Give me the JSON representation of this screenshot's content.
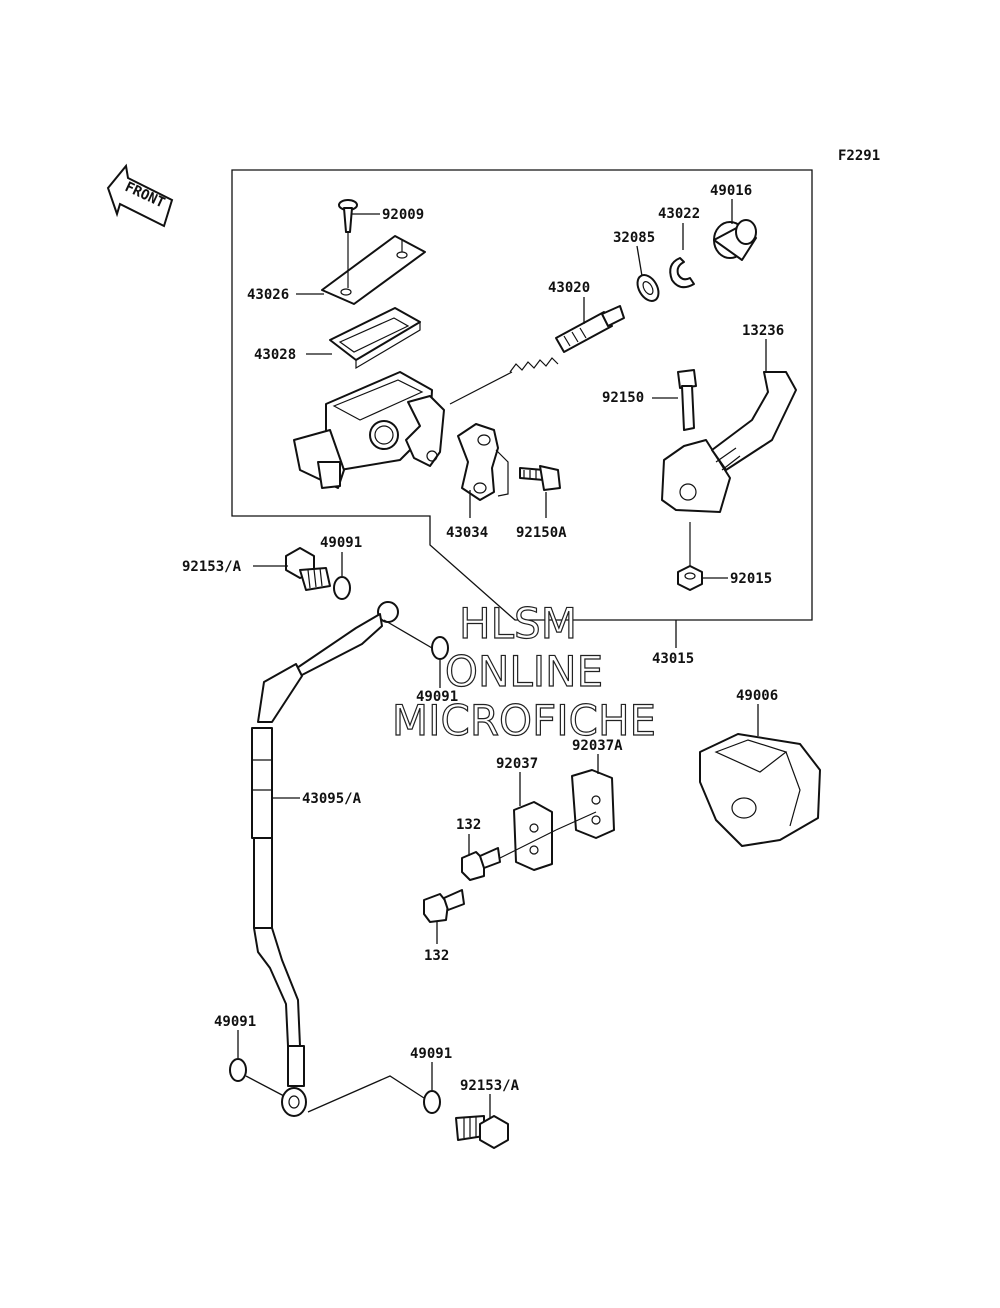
{
  "figure_code": "F2291",
  "front_label": "FRONT",
  "watermark": {
    "line1": "HLSM",
    "line2": "ONLINE",
    "line3": "MICROFICHE"
  },
  "parts": [
    {
      "id": "p92009",
      "label": "92009"
    },
    {
      "id": "p43026",
      "label": "43026"
    },
    {
      "id": "p43028",
      "label": "43028"
    },
    {
      "id": "p43020",
      "label": "43020"
    },
    {
      "id": "p32085",
      "label": "32085"
    },
    {
      "id": "p43022",
      "label": "43022"
    },
    {
      "id": "p49016",
      "label": "49016"
    },
    {
      "id": "p13236",
      "label": "13236"
    },
    {
      "id": "p92150",
      "label": "92150"
    },
    {
      "id": "p43034",
      "label": "43034"
    },
    {
      "id": "p92150A",
      "label": "92150A"
    },
    {
      "id": "p92015",
      "label": "92015"
    },
    {
      "id": "p43015",
      "label": "43015"
    },
    {
      "id": "p49091a",
      "label": "49091"
    },
    {
      "id": "p92153a",
      "label": "92153/A"
    },
    {
      "id": "p49091b",
      "label": "49091"
    },
    {
      "id": "p43095",
      "label": "43095/A"
    },
    {
      "id": "p49006",
      "label": "49006"
    },
    {
      "id": "p92037A",
      "label": "92037A"
    },
    {
      "id": "p92037",
      "label": "92037"
    },
    {
      "id": "p132a",
      "label": "132"
    },
    {
      "id": "p132b",
      "label": "132"
    },
    {
      "id": "p49091c",
      "label": "49091"
    },
    {
      "id": "p49091d",
      "label": "49091"
    },
    {
      "id": "p92153b",
      "label": "92153/A"
    }
  ]
}
